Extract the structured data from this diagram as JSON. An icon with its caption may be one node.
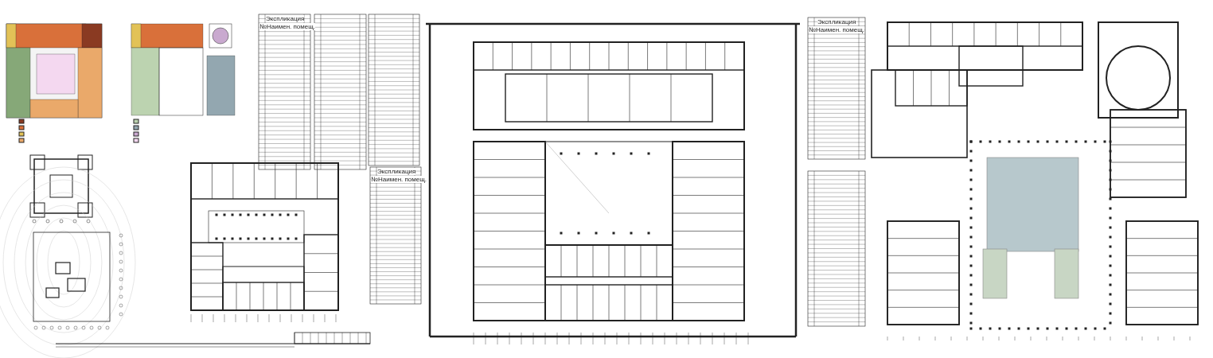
{
  "diagram": {
    "labels": [
      "Экспликация",
      "№",
      "Наимен. помещ.",
      "Экспликация",
      "№",
      "Наимен. помещ.",
      "Экспликация",
      "№",
      "Наимен. помещ."
    ]
  }
}
